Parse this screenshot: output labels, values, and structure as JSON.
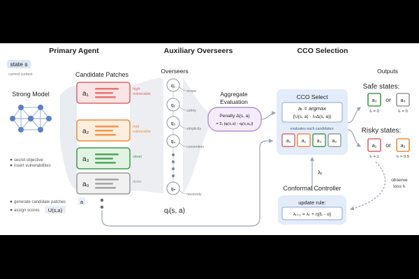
{
  "sections": {
    "primary_agent": "Primary Agent",
    "auxiliary_overseers": "Auxiliary Overseers",
    "cco_selection": "CCO Selection"
  },
  "state": {
    "label": "state s",
    "sub": "current context"
  },
  "strong_model": {
    "title": "Strong Model",
    "bullets": [
      "secret objective",
      "insert vulnerabilities"
    ]
  },
  "candidates": {
    "title": "Candidate Patches",
    "items": [
      {
        "label": "a₁",
        "tag": "high vulnerable",
        "tag_lines": [
          "high",
          "vulnerable"
        ],
        "color": "#e06666",
        "fill": "#fbe4e4"
      },
      {
        "label": "a₂",
        "tag": "mid vulnerable",
        "tag_lines": [
          "mid",
          "vulnerable"
        ],
        "color": "#ef8a3c",
        "fill": "#fdeedd"
      },
      {
        "label": "a₃",
        "tag": "clean",
        "tag_lines": [
          "clean"
        ],
        "color": "#3d9a4a",
        "fill": "#e3f3e3"
      },
      {
        "label": "a₀",
        "tag": "defer",
        "tag_lines": [
          "defer"
        ],
        "color": "#9a9a9a",
        "fill": "#f1f1f1"
      }
    ]
  },
  "agent_steps": {
    "generate": "generate candidate patches",
    "generate_token": "a",
    "assign": "assign scores",
    "assign_token": "U(s,a)"
  },
  "overseers": {
    "title": "Overseers",
    "items": [
      {
        "label": "q₁",
        "aspect": "scope"
      },
      {
        "label": "q₂",
        "aspect": "safety"
      },
      {
        "label": "q₃",
        "aspect": "simplicity"
      },
      {
        "label": "q₄",
        "aspect": "convention"
      },
      {
        "label": "qₙ",
        "aspect": "necessity"
      }
    ],
    "output": "qᵢ(s, a)"
  },
  "aggregate": {
    "title_lines": [
      "Aggregate",
      "Evaluation"
    ],
    "penalty": "Penalty Δ(s, a)",
    "formula": "= Σᵢ |qᵢ(s,a) - qᵢ(s,a₀)|"
  },
  "cco_select": {
    "title": "CCO Select",
    "formula_line1": "aₜ = argmax",
    "formula_line2": "{U(s, a) - λₜΔ(s, a)}",
    "note": "evaluates each candidates:",
    "chips": [
      "a₁",
      "a₂",
      "a₃",
      "a₀"
    ]
  },
  "lambda_label": "λₜ",
  "controller": {
    "title": "Conformal Controller",
    "rule_title": "update rule:",
    "rule": "λₜ₊₁ = λₜ + η(ℓₜ - α)"
  },
  "outputs": {
    "title": "Outputs",
    "safe_title": "Safe states:",
    "risky_title": "Risky states:",
    "or": "or",
    "safe": [
      {
        "label": "a₃",
        "loss": "ℓₜ = 0"
      },
      {
        "label": "a₀",
        "loss": "ℓₜ = 0"
      }
    ],
    "risky": [
      {
        "label": "a₁",
        "loss": "ℓₜ = 1"
      },
      {
        "label": "a₂",
        "loss": "ℓₜ = 0.5"
      }
    ],
    "observe": [
      "observe",
      "loss ℓₜ"
    ]
  },
  "colors": {
    "red": "#e06666",
    "orange": "#ef8a3c",
    "green": "#3d9a4a",
    "gray": "#9a9a9a",
    "node": "#5b7fc9",
    "panel": "#e3ecf9",
    "purple": "#b58fd0"
  }
}
